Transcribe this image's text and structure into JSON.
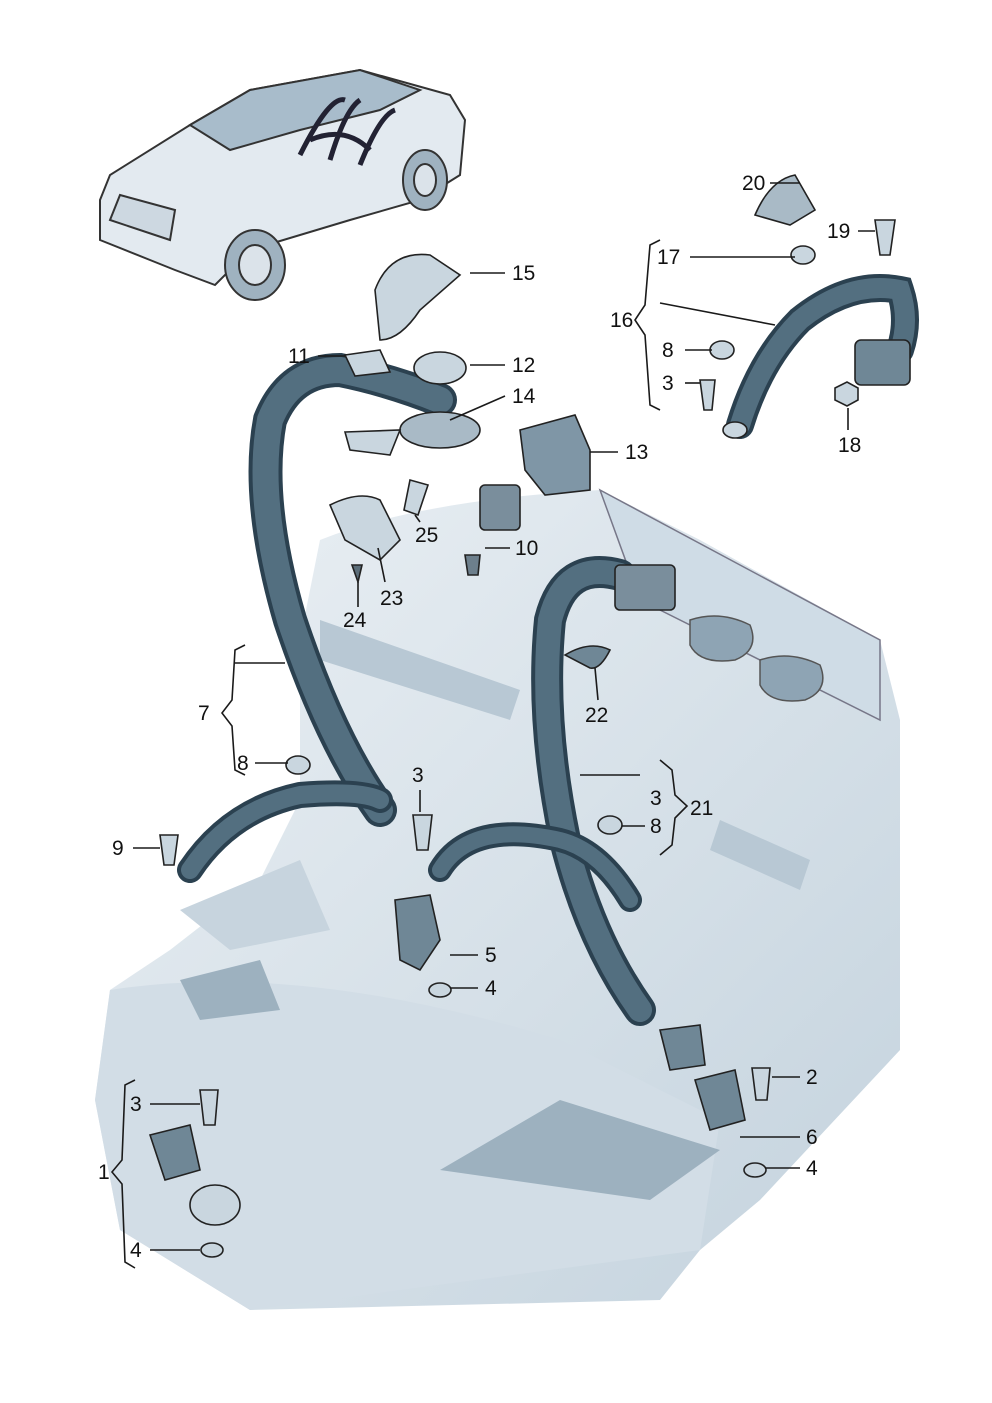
{
  "colors": {
    "belt": "#4d6878",
    "belt_dark": "#2a3f4c",
    "seat": "#dde6ee",
    "seat_shade": "#b6c6d3",
    "seat_dark": "#8fa6b6",
    "parts": "#c9d6df",
    "line": "#1a1a1a"
  },
  "labels": {
    "l1": "1",
    "l2": "2",
    "l3a": "3",
    "l3b": "3",
    "l3c": "3",
    "l3d": "3",
    "l4a": "4",
    "l4b": "4",
    "l4c": "4",
    "l5": "5",
    "l6": "6",
    "l7": "7",
    "l8a": "8",
    "l8b": "8",
    "l8c": "8",
    "l9": "9",
    "l10": "10",
    "l11": "11",
    "l12": "12",
    "l13": "13",
    "l14": "14",
    "l15": "15",
    "l16": "16",
    "l17": "17",
    "l18": "18",
    "l19": "19",
    "l20": "20",
    "l21": "21",
    "l22": "22",
    "l23": "23",
    "l24": "24",
    "l25": "25"
  }
}
